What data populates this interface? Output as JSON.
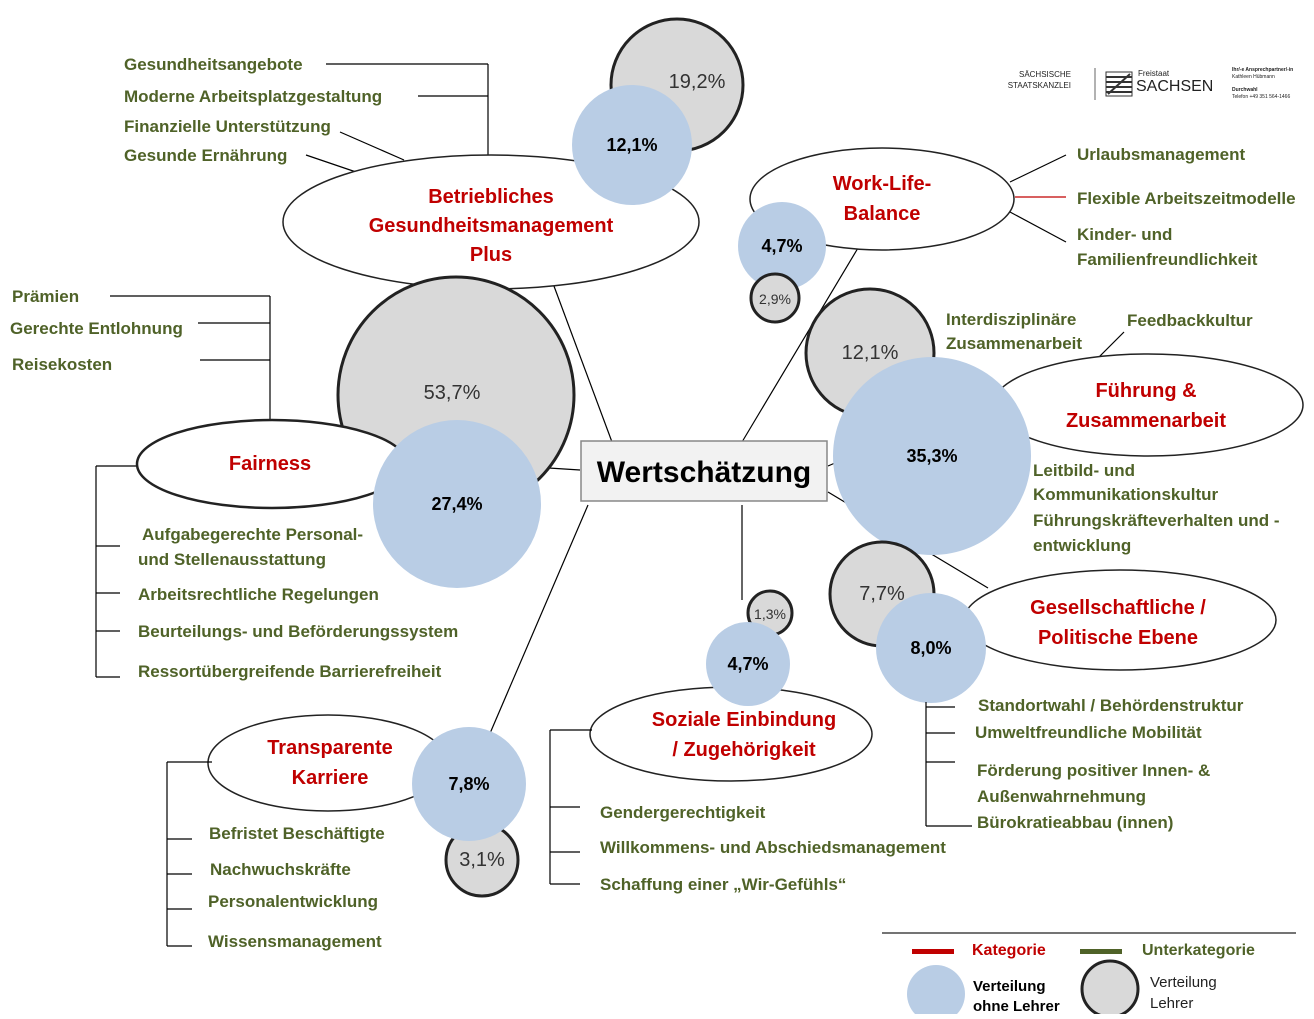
{
  "center": "Wertschätzung",
  "categories": {
    "bgm": {
      "lines": [
        "Betriebliches",
        "Gesundheitsmanagement",
        "Plus"
      ],
      "blue": "12,1%",
      "grey": "19,2%",
      "subs": [
        "Gesundheitsangebote",
        "Moderne Arbeitsplatzgestaltung",
        "Finanzielle Unterstützung",
        "Gesunde Ernährung"
      ]
    },
    "wlb": {
      "lines": [
        "Work-Life-",
        "Balance"
      ],
      "blue": "4,7%",
      "grey": "2,9%",
      "subs": [
        "Urlaubsmanagement",
        "Flexible Arbeitszeitmodelle",
        "Kinder- und",
        "Familienfreundlichkeit"
      ]
    },
    "fuehrung": {
      "lines": [
        "Führung &",
        "Zusammenarbeit"
      ],
      "blue": "35,3%",
      "grey": "12,1%",
      "subs_top": [
        "Interdisziplinäre",
        "Zusammenarbeit",
        "Feedbackkultur"
      ],
      "subs": [
        "Leitbild- und",
        "Kommunikationskultur",
        "Führungskräfteverhalten und -",
        "entwicklung"
      ]
    },
    "fairness": {
      "lines": [
        "Fairness"
      ],
      "blue": "27,4%",
      "grey": "53,7%",
      "subs_top": [
        "Prämien",
        "Gerechte Entlohnung",
        "Reisekosten"
      ],
      "subs": [
        "Aufgabegerechte Personal-",
        "und Stellenausstattung",
        "Arbeitsrechtliche Regelungen",
        "Beurteilungs- und Beförderungssystem",
        "Ressortübergreifende Barrierefreiheit"
      ]
    },
    "gesell": {
      "lines": [
        "Gesellschaftliche /",
        "Politische Ebene"
      ],
      "blue": "8,0%",
      "grey": "7,7%",
      "subs": [
        "Standortwahl / Behördenstruktur",
        "Umweltfreundliche Mobilität",
        "Förderung positiver Innen- &",
        "Außenwahrnehmung",
        "Bürokratieabbau (innen)"
      ]
    },
    "sozial": {
      "lines": [
        "Soziale Einbindung",
        "/ Zugehörigkeit"
      ],
      "blue": "4,7%",
      "grey": "1,3%",
      "subs": [
        "Gendergerechtigkeit",
        "Willkommens- und Abschiedsmanagement",
        "Schaffung einer „Wir-Gefühls“"
      ]
    },
    "karriere": {
      "lines": [
        "Transparente",
        "Karriere"
      ],
      "blue": "7,8%",
      "grey": "3,1%",
      "subs": [
        "Befristet Beschäftigte",
        "Nachwuchskräfte",
        "Personalentwicklung",
        "Wissensmanagement"
      ]
    }
  },
  "legend": {
    "kategorie": "Kategorie",
    "unterkategorie": "Unterkategorie",
    "blue_lines": [
      "Verteilung",
      "ohne Lehrer"
    ],
    "grey_lines": [
      "Verteilung",
      "Lehrer"
    ]
  },
  "logo": {
    "left": [
      "SÄCHSISCHE",
      "STAATSKANZLEI"
    ],
    "small": "Freistaat",
    "big": "SACHSEN",
    "right": [
      "Ihr/-e Ansprechpartner/-in",
      "Kathleen Hübmann",
      "Durchwahl",
      "Telefon +49 351 564-1466"
    ]
  },
  "colors": {
    "category": "#c00000",
    "subcategory": "#4f6228",
    "blue_circle": "#b9cde5",
    "grey_circle": "#d9d9d9"
  }
}
